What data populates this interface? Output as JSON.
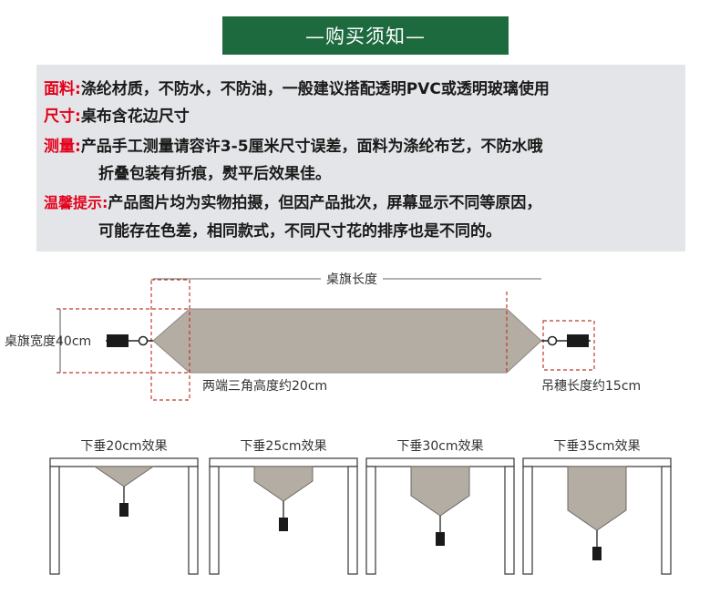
{
  "banner": {
    "title": "—购买须知—"
  },
  "notice": {
    "fabric_label": "面料:",
    "fabric_text": "涤纶材质，不防水，不防油，一般建议搭配透明PVC或透明玻璃使用",
    "size_label": "尺寸:",
    "size_text": "桌布含花边尺寸",
    "measure_label": "测量:",
    "measure_text": "产品手工测量请容许3-5厘米尺寸误差，面料为涤纶布艺，不防水哦",
    "measure_text2": "折叠包装有折痕，熨平后效果佳。",
    "tip_label": "温馨提示:",
    "tip_text": "产品图片均为实物拍摄，但因产品批次，屏幕显示不同等原因，",
    "tip_text2": "可能存在色差，相同款式，不同尺寸花的排序也是不同的。"
  },
  "diagram": {
    "length_label": "桌旗长度",
    "width_label": "桌旗宽度40cm",
    "triangle_label": "两端三角高度约20cm",
    "tassel_label": "吊穗长度约15cm",
    "runner_color": "#b4ada4",
    "dash_color": "#c0392b"
  },
  "drops": [
    {
      "label": "下垂20cm效果",
      "drop_cm": 20
    },
    {
      "label": "下垂25cm效果",
      "drop_cm": 25
    },
    {
      "label": "下垂30cm效果",
      "drop_cm": 30
    },
    {
      "label": "下垂35cm效果",
      "drop_cm": 35
    }
  ]
}
